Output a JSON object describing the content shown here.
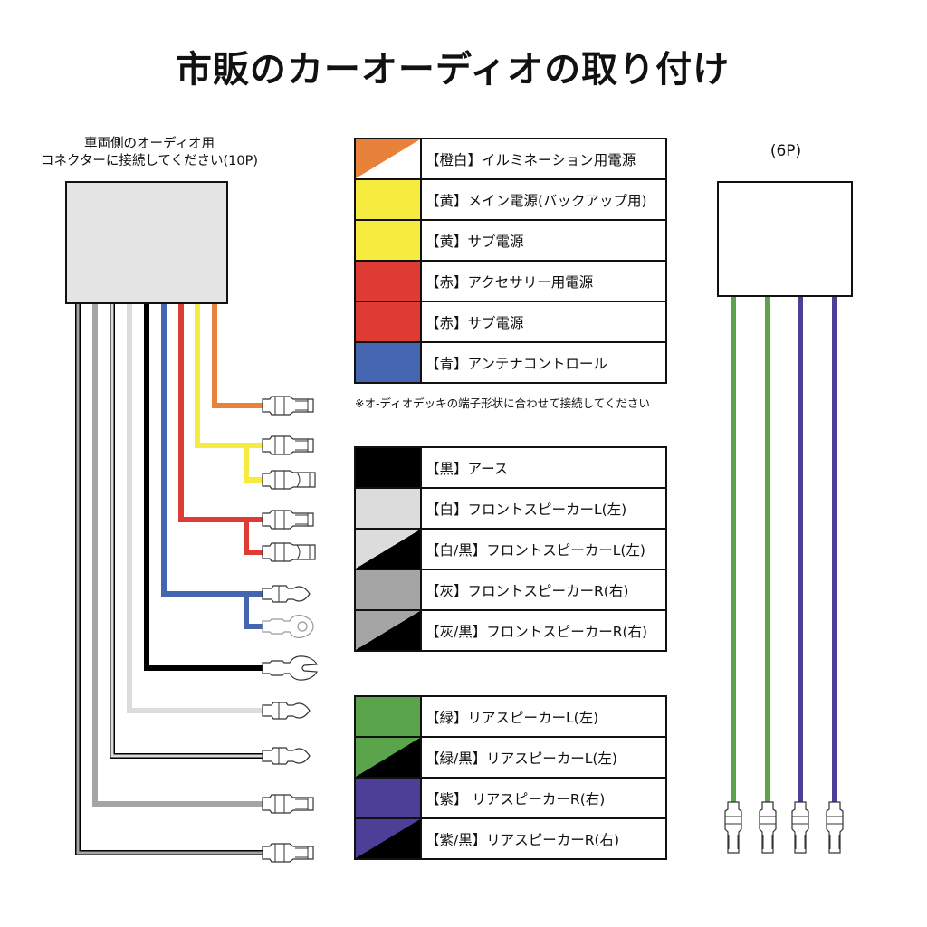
{
  "title": "市販のカーオーディオの取り付け",
  "left_connector": {
    "caption_line1": "車両側のオーディオ用",
    "caption_line2": "コネクターに接続してください(10P)"
  },
  "right_connector": {
    "caption": "(6P)"
  },
  "note": "※オ-ディオデッキの端子形状に合わせて接続してください",
  "legend_group1": [
    {
      "label": "【橙白】イルミネーション用電源",
      "color": "#e8813a",
      "color2": "#ffffff"
    },
    {
      "label": "【黄】メイン電源(バックアップ用)",
      "color": "#f6ec40",
      "color2": null
    },
    {
      "label": "【黄】サブ電源",
      "color": "#f6ec40",
      "color2": null
    },
    {
      "label": "【赤】アクセサリー用電源",
      "color": "#dd3b33",
      "color2": null
    },
    {
      "label": "【赤】サブ電源",
      "color": "#dd3b33",
      "color2": null
    },
    {
      "label": "【青】アンテナコントロール",
      "color": "#4565b1",
      "color2": null
    }
  ],
  "legend_group2": [
    {
      "label": "【黒】アース",
      "color": "#000000",
      "color2": null
    },
    {
      "label": "【白】フロントスピーカーL(左)",
      "color": "#dcdcdc",
      "color2": null
    },
    {
      "label": "【白/黒】フロントスピーカーL(左)",
      "color": "#dcdcdc",
      "color2": "#000000"
    },
    {
      "label": "【灰】フロントスピーカーR(右)",
      "color": "#a5a5a5",
      "color2": null
    },
    {
      "label": "【灰/黒】フロントスピーカーR(右)",
      "color": "#a5a5a5",
      "color2": "#000000"
    }
  ],
  "legend_group3": [
    {
      "label": "【緑】リアスピーカーL(左)",
      "color": "#5aa54b",
      "color2": null
    },
    {
      "label": "【緑/黒】リアスピーカーL(左)",
      "color": "#5aa54b",
      "color2": "#000000"
    },
    {
      "label": "【紫】 リアスピーカーR(右)",
      "color": "#4d3e98",
      "color2": null
    },
    {
      "label": "【紫/黒】リアスピーカーR(右)",
      "color": "#4d3e98",
      "color2": "#000000"
    }
  ],
  "wire_colors": {
    "orange": "#e8813a",
    "yellow": "#f6ec40",
    "red": "#dd3b33",
    "blue": "#4565b1",
    "black": "#000000",
    "white": "#dcdcdc",
    "gray": "#a5a5a5",
    "green": "#5aa54b",
    "purple": "#4d3e98"
  }
}
